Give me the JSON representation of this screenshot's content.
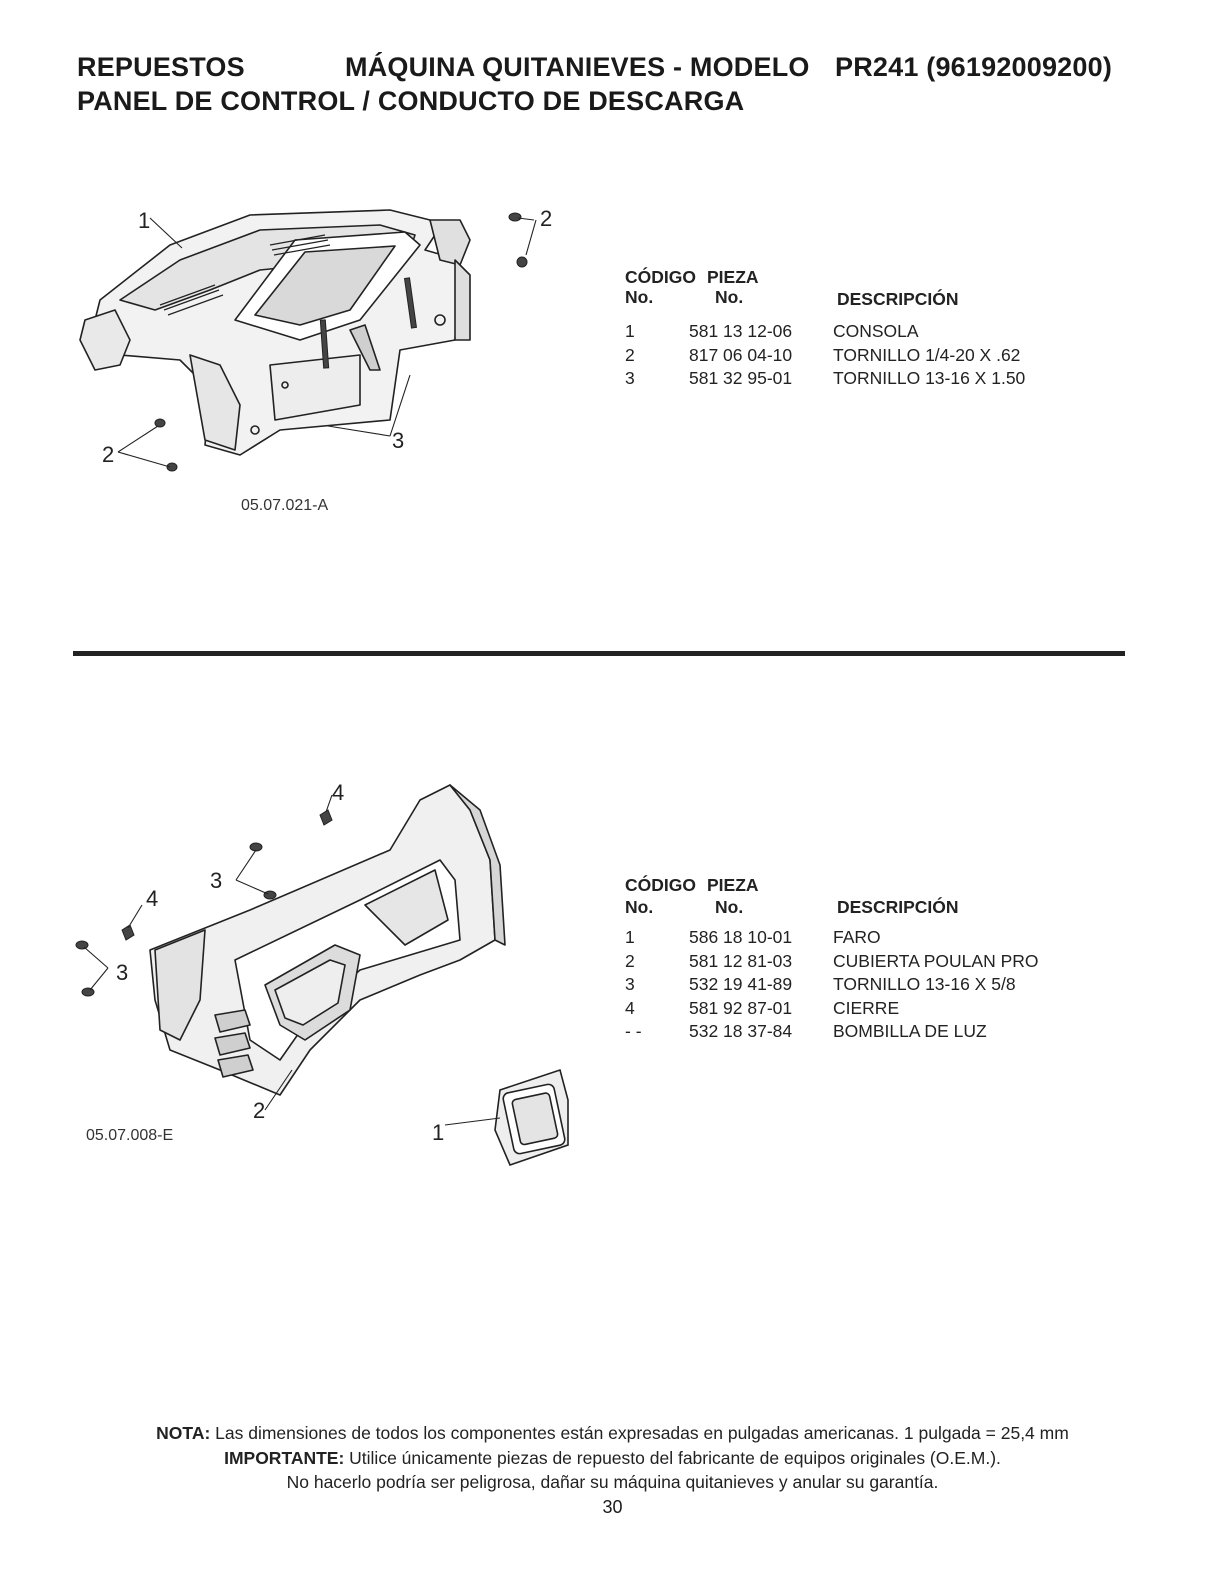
{
  "header": {
    "left": "REPUESTOS",
    "middle": "MÁQUINA QUITANIEVES - MODELO",
    "model": "PR241 (96192009200)",
    "subtitle": "PANEL DE CONTROL / CONDUCTO DE DESCARGA"
  },
  "section1": {
    "figure_code": "05.07.021-A",
    "callouts": [
      "1",
      "2",
      "2",
      "3"
    ],
    "table": {
      "head_codigo": "CÓDIGO",
      "head_pieza": "PIEZA",
      "head_no1": "No.",
      "head_no2": "No.",
      "head_desc": "DESCRIPCIÓN",
      "rows": [
        {
          "code": "1",
          "part": "581 13 12-06",
          "desc": "CONSOLA"
        },
        {
          "code": "2",
          "part": "817 06 04-10",
          "desc": "TORNILLO 1/4-20 X .62"
        },
        {
          "code": "3",
          "part": "581 32 95-01",
          "desc": "TORNILLO 13-16 X 1.50"
        }
      ]
    }
  },
  "section2": {
    "figure_code": "05.07.008-E",
    "callouts": [
      "4",
      "4",
      "3",
      "3",
      "2",
      "1"
    ],
    "table": {
      "head_codigo": "CÓDIGO",
      "head_pieza": "PIEZA",
      "head_no1": "No.",
      "head_no2": "No.",
      "head_desc": "DESCRIPCIÓN",
      "rows": [
        {
          "code": "1",
          "part": "586 18 10-01",
          "desc": "FARO"
        },
        {
          "code": "2",
          "part": "581 12 81-03",
          "desc": "CUBIERTA POULAN PRO"
        },
        {
          "code": "3",
          "part": "532 19 41-89",
          "desc": "TORNILLO 13-16 X 5/8"
        },
        {
          "code": "4",
          "part": "581 92 87-01",
          "desc": "CIERRE"
        },
        {
          "code": "- -",
          "part": "532 18 37-84",
          "desc": "BOMBILLA DE LUZ"
        }
      ]
    }
  },
  "footer": {
    "nota_label": "NOTA:",
    "nota_text": " Las dimensiones de todos los componentes están expresadas en pulgadas americanas.  1 pulgada = 25,4 mm",
    "importante_label": "IMPORTANTE:",
    "importante_text": " Utilice únicamente piezas de repuesto del fabricante de equipos originales (O.E.M.).",
    "warning": "No hacerlo podría ser peligrosa, dañar su máquina quitanieves y anular su garantía.",
    "page_number": "30"
  }
}
